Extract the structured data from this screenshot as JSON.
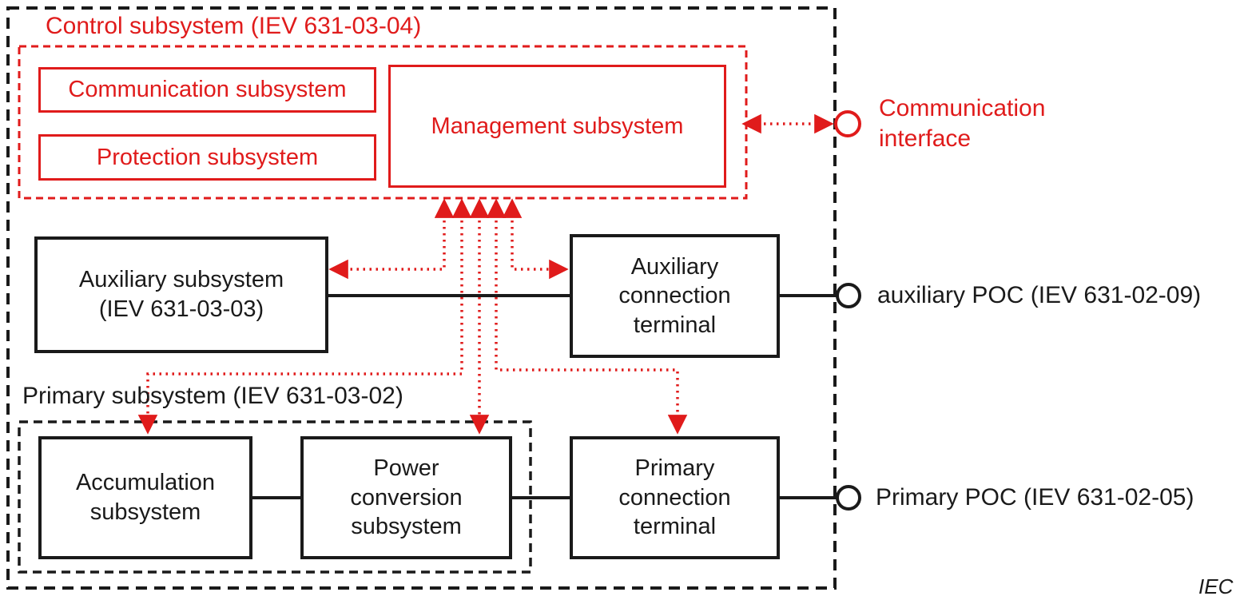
{
  "colors": {
    "red": "#e01b1b",
    "black": "#1a1a1a"
  },
  "control": {
    "label": "Control subsystem (IEV 631-03-04)",
    "communication_box": "Communication subsystem",
    "protection_box": "Protection subsystem",
    "management_box": "Management subsystem"
  },
  "interfaces": {
    "communication": "Communication\ninterface",
    "auxiliary_poc": "auxiliary POC (IEV 631-02-09)",
    "primary_poc": "Primary POC (IEV 631-02-05)"
  },
  "auxiliary": {
    "subsystem_box": "Auxiliary subsystem\n(IEV 631-03-03)",
    "terminal_box": "Auxiliary\nconnection\nterminal"
  },
  "primary": {
    "label": "Primary subsystem (IEV 631-03-02)",
    "accumulation_box": "Accumulation\nsubsystem",
    "power_conversion_box": "Power\nconversion\nsubsystem",
    "terminal_box": "Primary\nconnection\nterminal"
  },
  "footer": {
    "credit": "IEC"
  }
}
